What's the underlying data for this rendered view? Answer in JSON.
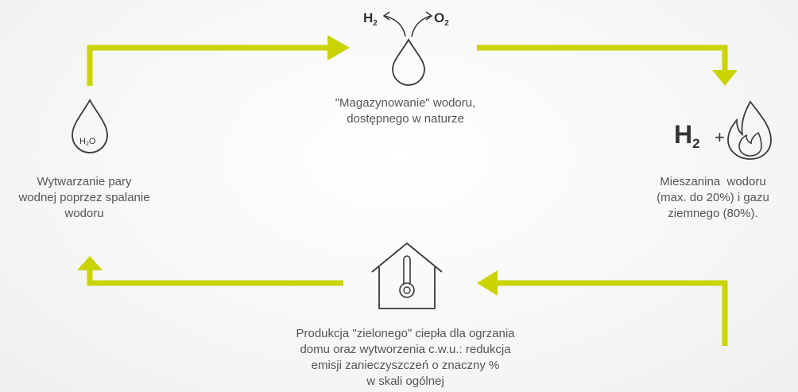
{
  "colors": {
    "arrow": "#c9d400",
    "icon_stroke": "#3a3a3a",
    "text": "#555555"
  },
  "nodes": {
    "storage": {
      "icon": "water-drop-icon",
      "formula_left": "H",
      "formula_left_sub": "2",
      "formula_right": "O",
      "formula_right_sub": "2",
      "lines": [
        "\"Magazynowanie\" wodoru,",
        "dostępnego w naturze"
      ]
    },
    "mix": {
      "icon": "flame-icon",
      "formula": "H",
      "formula_sub": "2",
      "plus": "+",
      "lines": [
        "Mieszanina  wodoru",
        "(max. do 20%) i gazu",
        "ziemnego (80%)."
      ]
    },
    "heat": {
      "icon": "house-thermometer-icon",
      "lines": [
        "Produkcja \"zielonego\" ciepła dla ogrzania",
        "domu oraz wytworzenia c.w.u.: redukcja",
        "emisji zanieczyszczeń o znaczny %",
        "w skali ogólnej"
      ]
    },
    "steam": {
      "icon": "water-drop-icon",
      "formula": "H",
      "formula_sub": "2",
      "formula_tail": "O",
      "lines": [
        "Wytwarzanie pary",
        "wodnej poprzez spalanie",
        "wodoru"
      ]
    }
  }
}
